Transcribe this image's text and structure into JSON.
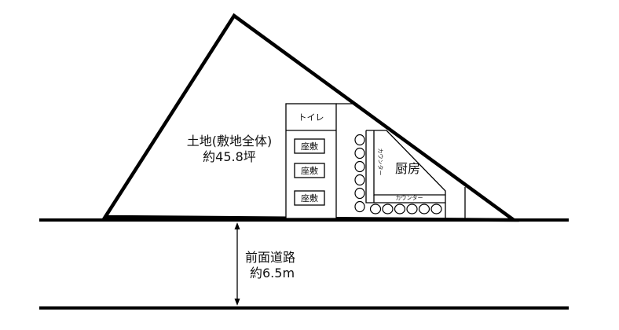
{
  "land": {
    "label_line1": "土地(敷地全体)",
    "label_line2": "約45.8坪"
  },
  "road": {
    "label_line1": "前面道路",
    "label_line2": "約6.5m"
  },
  "rooms": {
    "toilet": "トイレ",
    "zashiki": [
      "座敷",
      "座敷",
      "座敷"
    ],
    "kitchen": "厨房"
  },
  "counter": {
    "vertical_label": "カウンター",
    "horizontal_label": "カウンター",
    "vertical_stools": 6,
    "horizontal_stools": 6
  },
  "colors": {
    "line": "#000000",
    "background": "#ffffff"
  }
}
